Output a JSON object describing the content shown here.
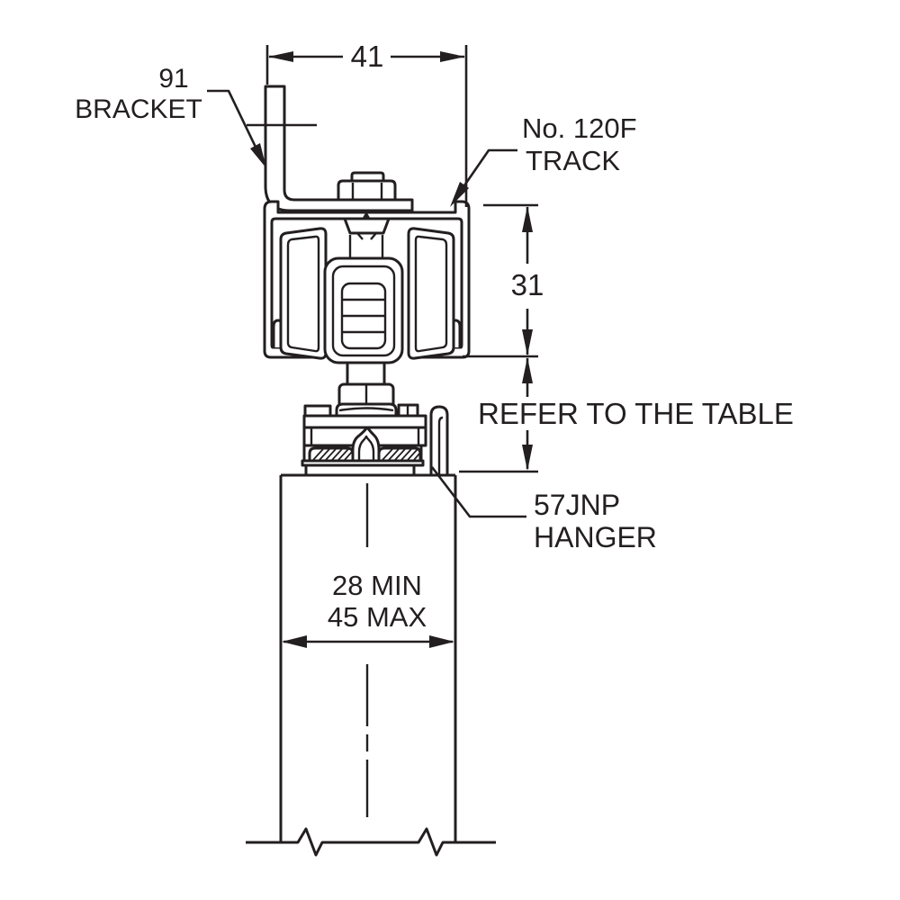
{
  "page": {
    "background_color": "#ffffff",
    "line_color": "#231f20",
    "description": "Technical cross-section drawing of sliding door track, roller hanger and door panel"
  },
  "labels": {
    "bracket": {
      "line1": "91",
      "line2": "BRACKET"
    },
    "track": {
      "line1": "No. 120F",
      "line2": "TRACK"
    },
    "hanger": {
      "line1": "57JNP",
      "line2": "HANGER"
    }
  },
  "dimensions": {
    "track_width": "41",
    "track_height": "31",
    "hanger_drop": "REFER TO THE TABLE",
    "door_thickness_min": "28 MIN",
    "door_thickness_max": "45 MAX"
  }
}
